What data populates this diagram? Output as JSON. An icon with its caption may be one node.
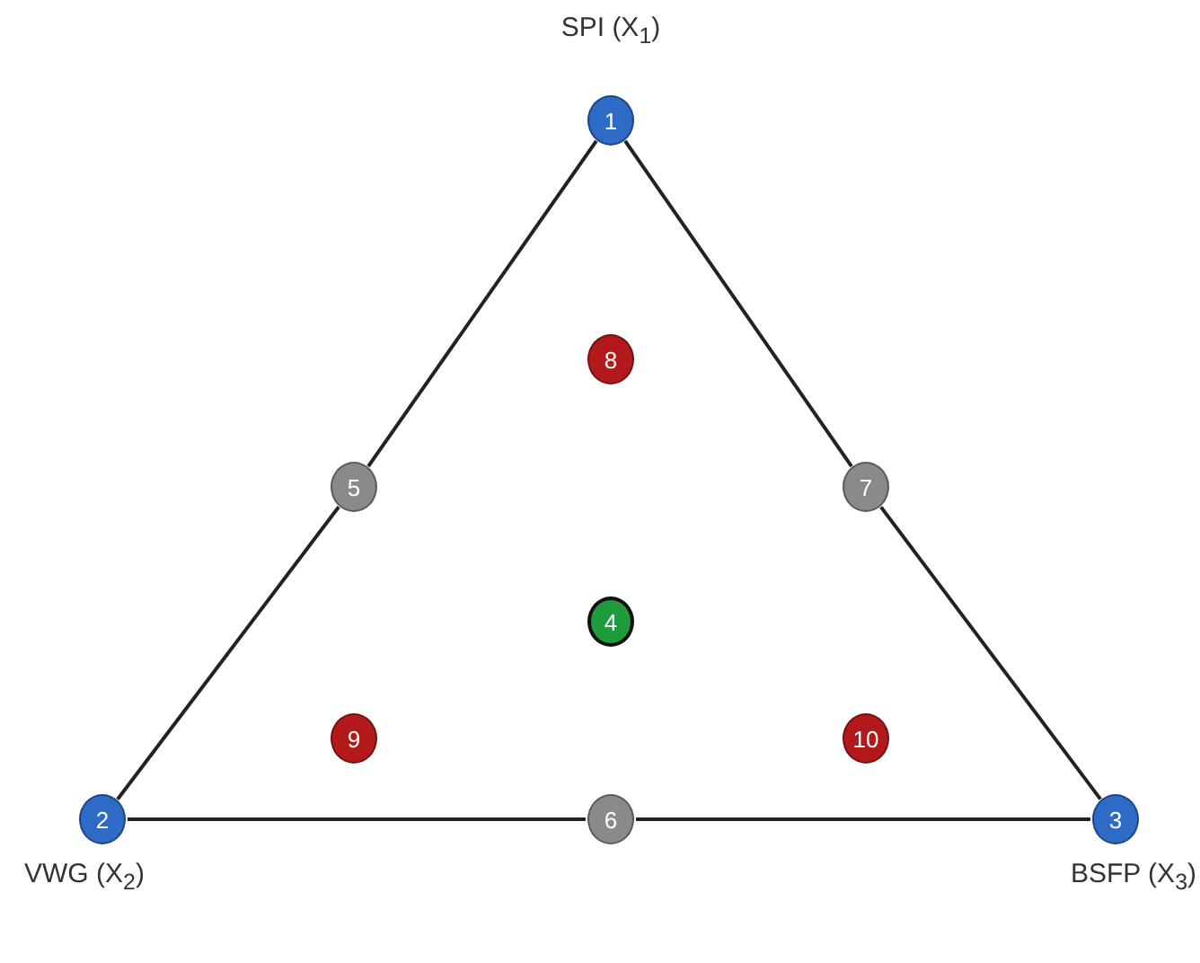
{
  "diagram": {
    "nodes": [
      {
        "text": [
          "1"
        ],
        "beside": [
          "SPI (X$_{1}$)"
        ]
      },
      {
        "text": [
          "2"
        ],
        "beside": [
          "VWG (X$_{2}$)"
        ]
      },
      {
        "text": [
          "3"
        ],
        "beside": [
          "BSFP (X$_{3}$)"
        ]
      },
      {
        "text": [
          "4"
        ]
      },
      {
        "text": [
          "5"
        ]
      },
      {
        "text": [
          "6"
        ]
      },
      {
        "text": [
          "7"
        ]
      },
      {
        "text": [
          "8"
        ]
      },
      {
        "text": [
          "9"
        ]
      },
      {
        "text": [
          "10"
        ]
      }
    ],
    "edges": [
      {
        "from": 0,
        "to": 4,
        "arrow": "none"
      },
      {
        "from": 4,
        "to": 1,
        "arrow": "none"
      },
      {
        "from": 1,
        "to": 5,
        "arrow": "none"
      },
      {
        "from": 5,
        "to": 2,
        "arrow": "none"
      },
      {
        "from": 2,
        "to": 6,
        "arrow": "none"
      },
      {
        "from": 6,
        "to": 0,
        "arrow": "none"
      }
    ]
  }
}
